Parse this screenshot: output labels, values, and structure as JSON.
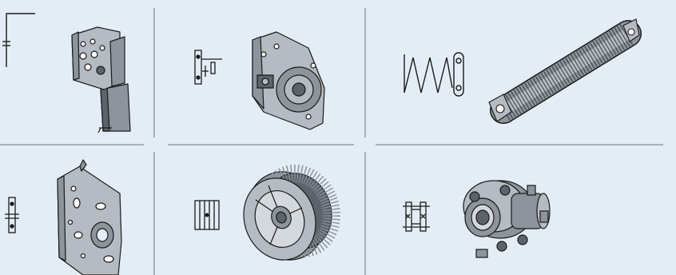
{
  "palette": {
    "background": "#e4edf5",
    "divider": "#6b7480",
    "outline": "#1a1a1a",
    "part_light": "#b5bbc2",
    "part_mid": "#8d949c",
    "part_dark": "#5c636b"
  },
  "parts": [
    {
      "id": "end-bearing-plate",
      "icon": "end-bearing-plate-icon",
      "symbol": "bracket-symbol"
    },
    {
      "id": "cable-drum-bracket",
      "icon": "drum-bracket-icon",
      "symbol": "drum-bracket-symbol"
    },
    {
      "id": "torsion-spring",
      "icon": "torsion-spring-icon",
      "symbol": "spring-symbol"
    },
    {
      "id": "center-bearing-plate",
      "icon": "center-plate-icon",
      "symbol": "plate-symbol"
    },
    {
      "id": "cable-drum",
      "icon": "cable-drum-icon",
      "symbol": "drum-symbol"
    },
    {
      "id": "shaft-coupling",
      "icon": "shaft-coupling-icon",
      "symbol": "coupling-symbol"
    }
  ]
}
